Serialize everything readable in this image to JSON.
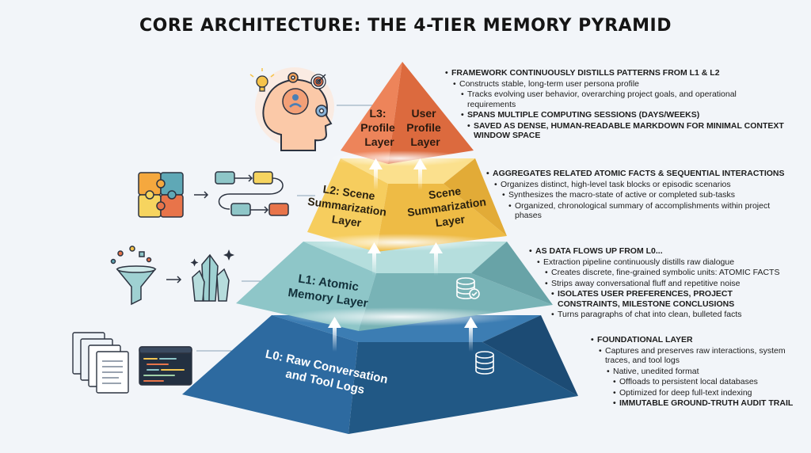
{
  "title": "CORE ARCHITECTURE: THE 4-TIER MEMORY PYRAMID",
  "colors": {
    "l3": "#e8744a",
    "l2": "#f3c653",
    "l1": "#8ec6c8",
    "l0": "#2f6ea6"
  },
  "tiers": {
    "l3": {
      "label_left": [
        "L3:",
        "Profile",
        "Layer"
      ],
      "label_right": [
        "User",
        "Profile",
        "Layer"
      ],
      "bullets": [
        {
          "text": "FRAMEWORK CONTINUOUSLY DISTILLS PATTERNS FROM L1 & L2",
          "bold": true,
          "indent": 0
        },
        {
          "text": "Constructs stable, long-term user persona profile",
          "bold": false,
          "indent": 1
        },
        {
          "text": "Tracks evolving user behavior, overarching project goals, and operational requirements",
          "bold": false,
          "indent": 2
        },
        {
          "text": "SPANS MULTIPLE COMPUTING SESSIONS (DAYS/WEEKS)",
          "bold": true,
          "indent": 2
        },
        {
          "text": "SAVED AS DENSE, HUMAN-READABLE MARKDOWN FOR MINIMAL CONTEXT WINDOW SPACE",
          "bold": true,
          "indent": 3
        }
      ]
    },
    "l2": {
      "label_left": [
        "L2: Scene",
        "Summarization",
        "Layer"
      ],
      "label_right": [
        "Scene",
        "Summarization",
        "Layer"
      ],
      "bullets": [
        {
          "text": "AGGREGATES RELATED ATOMIC FACTS & SEQUENTIAL INTERACTIONS",
          "bold": true,
          "indent": 0
        },
        {
          "text": "Organizes distinct, high-level task blocks or episodic scenarios",
          "bold": false,
          "indent": 1
        },
        {
          "text": "Synthesizes the macro-state of active or completed sub-tasks",
          "bold": false,
          "indent": 2
        },
        {
          "text": "Organized, chronological summary of accomplishments within project phases",
          "bold": false,
          "indent": 3
        }
      ]
    },
    "l1": {
      "label": [
        "L1: Atomic",
        "Memory Layer"
      ],
      "bullets": [
        {
          "text": "AS DATA FLOWS UP FROM L0...",
          "bold": true,
          "indent": 0
        },
        {
          "text": "Extraction pipeline continuously distills raw dialogue",
          "bold": false,
          "indent": 1
        },
        {
          "text": "Creates discrete, fine-grained symbolic units: ATOMIC FACTS",
          "bold": false,
          "indent": 2
        },
        {
          "text": "Strips away conversational fluff and repetitive noise",
          "bold": false,
          "indent": 2
        },
        {
          "text": "ISOLATES USER PREFERENCES, PROJECT CONSTRAINTS, MILESTONE CONCLUSIONS",
          "bold": true,
          "indent": 3
        },
        {
          "text": "Turns paragraphs of chat into clean, bulleted facts",
          "bold": false,
          "indent": 3
        }
      ]
    },
    "l0": {
      "label": [
        "L0: Raw Conversation",
        "and Tool Logs"
      ],
      "bullets": [
        {
          "text": "FOUNDATIONAL LAYER",
          "bold": true,
          "indent": 0
        },
        {
          "text": "Captures and preserves raw interactions, system traces, and tool logs",
          "bold": false,
          "indent": 1
        },
        {
          "text": "Native, unedited format",
          "bold": false,
          "indent": 2
        },
        {
          "text": "Offloads to persistent local databases",
          "bold": false,
          "indent": 3
        },
        {
          "text": "Optimized for deep full-text indexing",
          "bold": false,
          "indent": 3
        },
        {
          "text": "IMMUTABLE GROUND-TRUTH AUDIT TRAIL",
          "bold": true,
          "indent": 3
        }
      ]
    }
  },
  "icons": {
    "l3": "head-with-gears-icon",
    "l2": "puzzle-and-flow-icon",
    "l1": "funnel-and-crystal-icon",
    "l0": "documents-and-code-icon",
    "db": "database-icon"
  }
}
